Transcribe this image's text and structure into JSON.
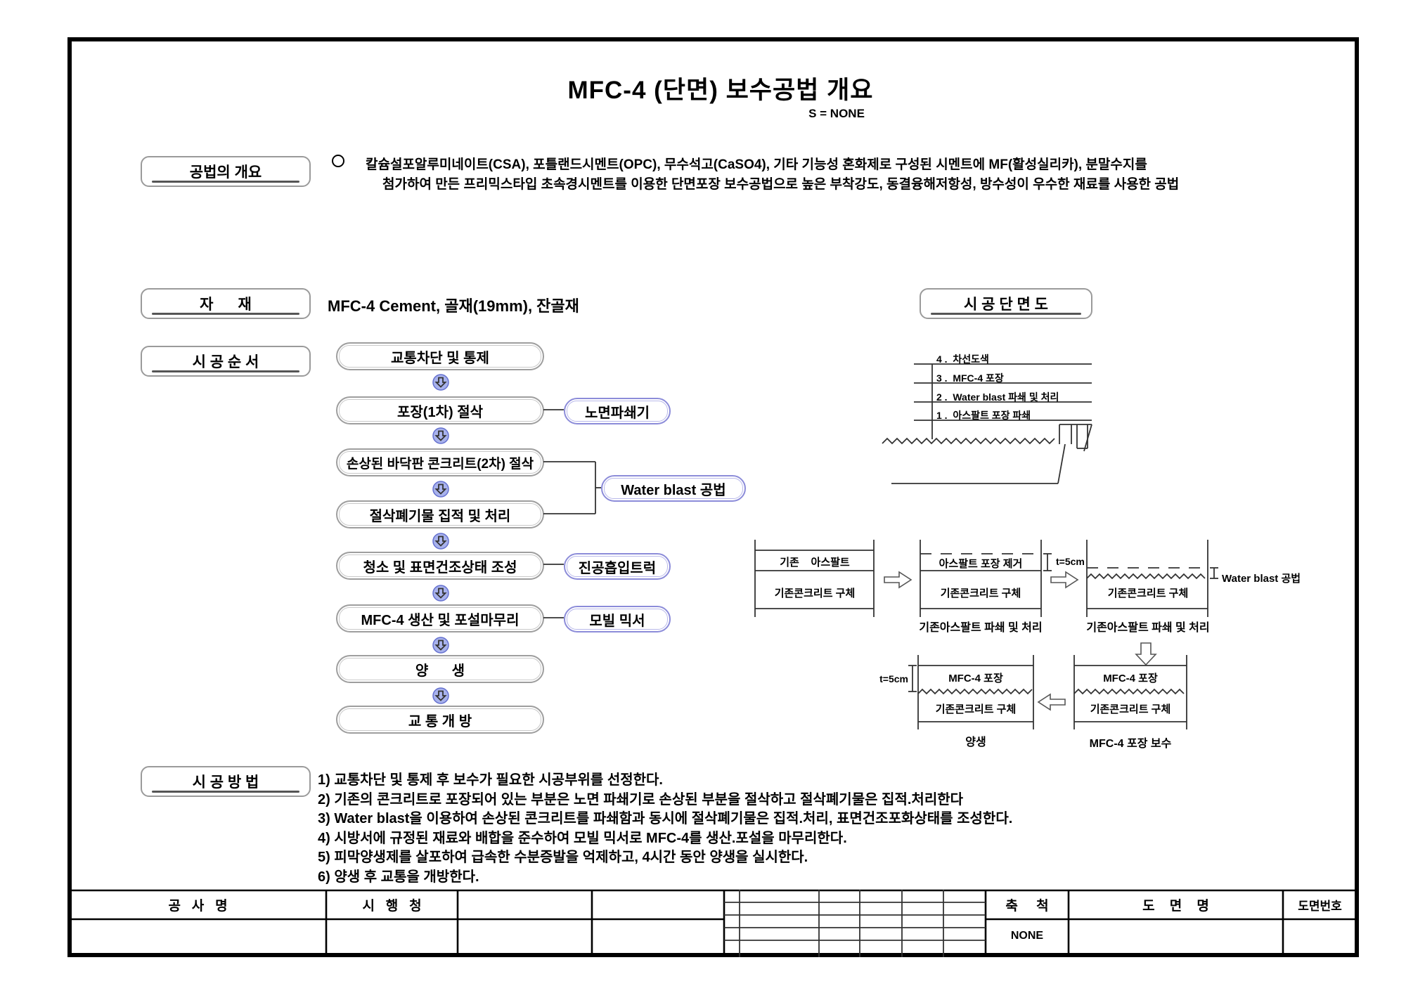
{
  "title": "MFC-4 (단면) 보수공법 개요",
  "scale_note": "S = NONE",
  "colors": {
    "accent_blue": "#8c8cd9",
    "box_gray": "#9e9e9e"
  },
  "overview": {
    "label": "공법의 개요",
    "line1": "칼슘설포알루미네이트(CSA), 포틀랜드시멘트(OPC), 무수석고(CaSO4), 기타 기능성 혼화제로 구성된 시멘트에 MF(활성실리카), 분말수지를",
    "line2": "첨가하여 만든 프리믹스타입 초속경시멘트를 이용한 단면포장 보수공법으로 높은 부착강도, 동결융해저항성, 방수성이 우수한 재료를 사용한 공법"
  },
  "materials": {
    "label": "자      재",
    "value": "MFC-4 Cement, 골재(19mm), 잔골재"
  },
  "sequence": {
    "label": "시 공 순 서",
    "steps": [
      "교통차단 및 통제",
      "포장(1차) 절삭",
      "손상된 바닥판 콘크리트(2차) 절삭",
      "절삭폐기물 집적 및 처리",
      "청소 및 표면건조상태 조성",
      "MFC-4 생산 및 포설마무리",
      "양      생",
      "교 통 개 방"
    ],
    "equipment": {
      "crusher": "노면파쇄기",
      "waterblast": "Water blast 공법",
      "vacuum": "진공흡입트럭",
      "mixer": "모빌 믹서"
    }
  },
  "section_view": {
    "label": "시 공 단 면 도",
    "layers": [
      "4 .  차선도색",
      "3 .  MFC-4 포장",
      "2 .  Water blast 파쇄 및 처리",
      "1 .  아스팔트 포장 파쇄"
    ]
  },
  "diagrams": {
    "d1": {
      "top": "기존    아스팔트",
      "bottom": "기존콘크리트 구체"
    },
    "d2": {
      "top": "아스팔트 포장 제거",
      "bottom": "기존콘크리트 구체",
      "caption": "기존아스팔트 파쇄 및 처리",
      "dim": "t=5cm"
    },
    "d3": {
      "bottom": "기존콘크리트 구체",
      "caption": "기존아스팔트 파쇄 및 처리",
      "side": "Water blast 공법"
    },
    "d4": {
      "top": "MFC-4 포장",
      "bottom": "기존콘크리트 구체",
      "caption": "양생",
      "dim": "t=5cm"
    },
    "d5": {
      "top": "MFC-4 포장",
      "bottom": "기존콘크리트 구체",
      "caption": "MFC-4 포장 보수"
    }
  },
  "method": {
    "label": "시 공 방 법",
    "items": [
      "1) 교통차단 및 통제 후 보수가 필요한 시공부위를 선정한다.",
      "2) 기존의 콘크리트로 포장되어 있는 부분은 노면 파쇄기로 손상된 부분을 절삭하고 절삭폐기물은 집적.처리한다",
      "3) Water blast을 이용하여 손상된 콘크리트를 파쇄함과 동시에 절삭폐기물은 집적.처리, 표면건조포화상태를 조성한다.",
      "4) 시방서에 규정된 재료와 배합을 준수하여 모빌 믹서로 MFC-4를 생산.포설을 마무리한다.",
      "5) 피막양생제를 살포하여 급속한 수분증발을 억제하고, 4시간 동안 양생을 실시한다.",
      "6) 양생 후 교통을 개방한다."
    ]
  },
  "footer": {
    "construction_name": "공   사   명",
    "agency": "시   행   청",
    "scale_label": "축     척",
    "scale_value": "NONE",
    "drawing_title": "도    면    명",
    "drawing_no": "도면번호"
  }
}
